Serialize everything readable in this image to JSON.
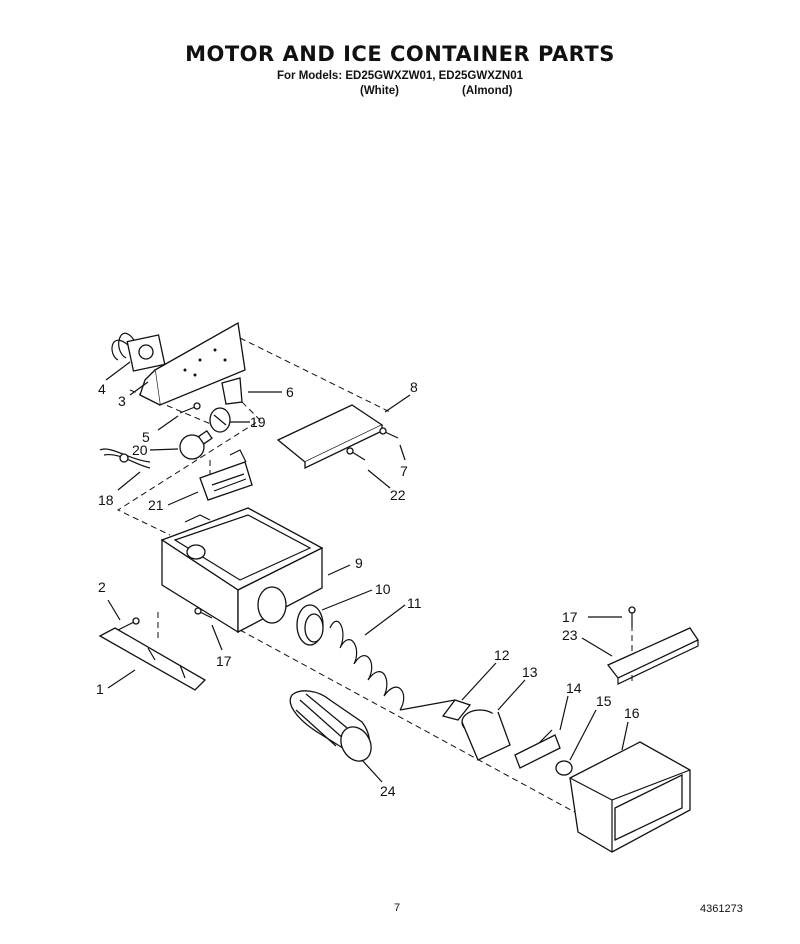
{
  "header": {
    "title": "MOTOR AND ICE CONTAINER PARTS",
    "models": "For Models: ED25GWXZW01, ED25GWXZN01",
    "variant_white": "(White)",
    "variant_almond": "(Almond)"
  },
  "callouts": {
    "c1": "1",
    "c2": "2",
    "c3": "3",
    "c4": "4",
    "c5": "5",
    "c6": "6",
    "c7": "7",
    "c8": "8",
    "c9": "9",
    "c10": "10",
    "c11": "11",
    "c12": "12",
    "c13": "13",
    "c14": "14",
    "c15": "15",
    "c16": "16",
    "c17a": "17",
    "c17b": "17",
    "c18": "18",
    "c19": "19",
    "c20": "20",
    "c21": "21",
    "c22": "22",
    "c23": "23",
    "c24": "24"
  },
  "footer": {
    "page_number": "7",
    "doc_number": "4361273"
  }
}
